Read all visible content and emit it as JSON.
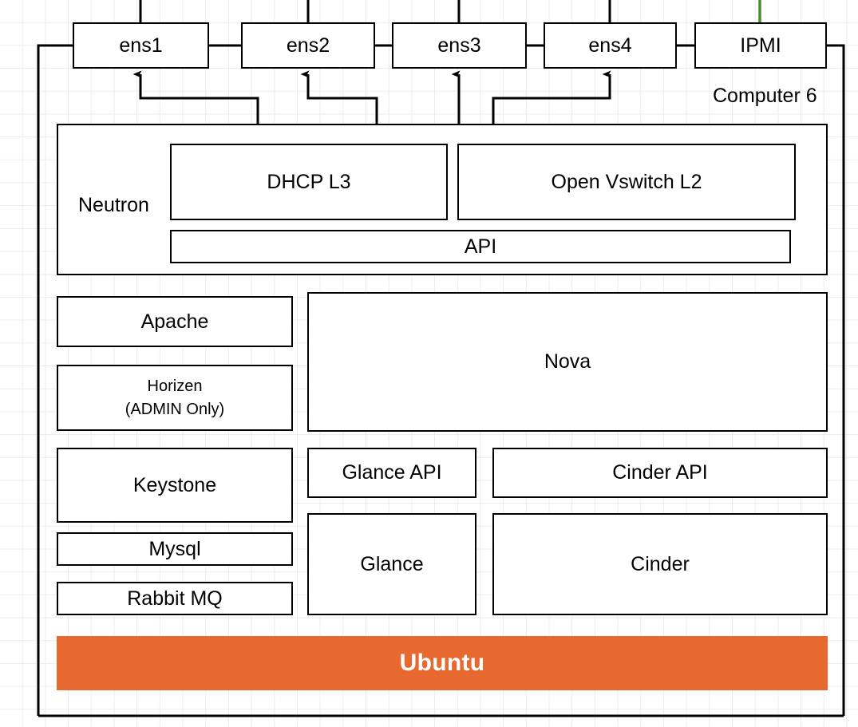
{
  "diagram": {
    "title": "Computer 6",
    "node_label": "Computer 6",
    "nics": [
      {
        "id": "ens1",
        "label": "ens1"
      },
      {
        "id": "ens2",
        "label": "ens2"
      },
      {
        "id": "ens3",
        "label": "ens3"
      },
      {
        "id": "ens4",
        "label": "ens4"
      },
      {
        "id": "ipmi",
        "label": "IPMI"
      }
    ],
    "neutron": {
      "title": "Neutron",
      "components": [
        {
          "label": "DHCP L3"
        },
        {
          "label": "Open Vswitch L2"
        }
      ],
      "api_label": "API"
    },
    "services": {
      "left_column": [
        {
          "label": "Apache"
        },
        {
          "label": "Horizen",
          "sublabel": "(ADMIN Only)"
        },
        {
          "label": "Keystone"
        },
        {
          "label": "Mysql"
        },
        {
          "label": "Rabbit MQ"
        }
      ],
      "nova": {
        "label": "Nova"
      },
      "glance_column": [
        {
          "label": "Glance API"
        },
        {
          "label": "Glance"
        }
      ],
      "cinder_column": [
        {
          "label": "Cinder API"
        },
        {
          "label": "Cinder"
        }
      ]
    },
    "os_bar": {
      "label": "Ubuntu"
    },
    "colors": {
      "ubuntu_orange": "#E8692F",
      "uplink_green": "#4C8C2B",
      "line_black": "#000000",
      "grid_gray": "#ECECEC",
      "box_white": "#FFFFFF"
    }
  }
}
